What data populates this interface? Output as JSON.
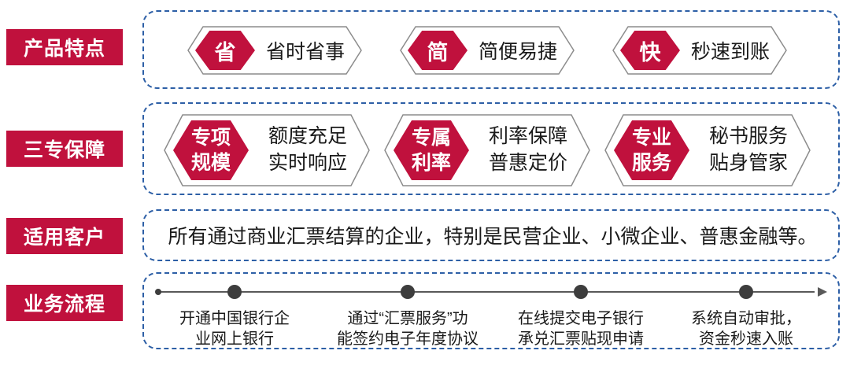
{
  "colors": {
    "red": "#c0113d",
    "blue_dashed_border": "#2d5fa6",
    "gray_hex_outline": "#8c8c8c",
    "timeline_dark": "#3d3d3d",
    "text_dark": "#1a1a1a"
  },
  "sections": [
    {
      "label": "产品特点",
      "items": [
        {
          "badge": "省",
          "text": "省时省事"
        },
        {
          "badge": "简",
          "text": "简便易捷"
        },
        {
          "badge": "快",
          "text": "秒速到账"
        }
      ]
    },
    {
      "label": "三专保障",
      "items": [
        {
          "badge1": "专项",
          "badge2": "规模",
          "text1": "额度充足",
          "text2": "实时响应"
        },
        {
          "badge1": "专属",
          "badge2": "利率",
          "text1": "利率保障",
          "text2": "普惠定价"
        },
        {
          "badge1": "专业",
          "badge2": "服务",
          "text1": "秘书服务",
          "text2": "贴身管家"
        }
      ]
    },
    {
      "label": "适用客户",
      "text": "所有通过商业汇票结算的企业，特别是民营企业、小微企业、普惠金融等。"
    },
    {
      "label": "业务流程",
      "steps": [
        {
          "line1": "开通中国银行企",
          "line2": "业网上银行"
        },
        {
          "line1": "通过“汇票服务”功",
          "line2": "能签约电子年度协议"
        },
        {
          "line1": "在线提交电子银行",
          "line2": "承兑汇票贴现申请"
        },
        {
          "line1": "系统自动审批，",
          "line2": "资金秒速入账"
        }
      ]
    }
  ]
}
